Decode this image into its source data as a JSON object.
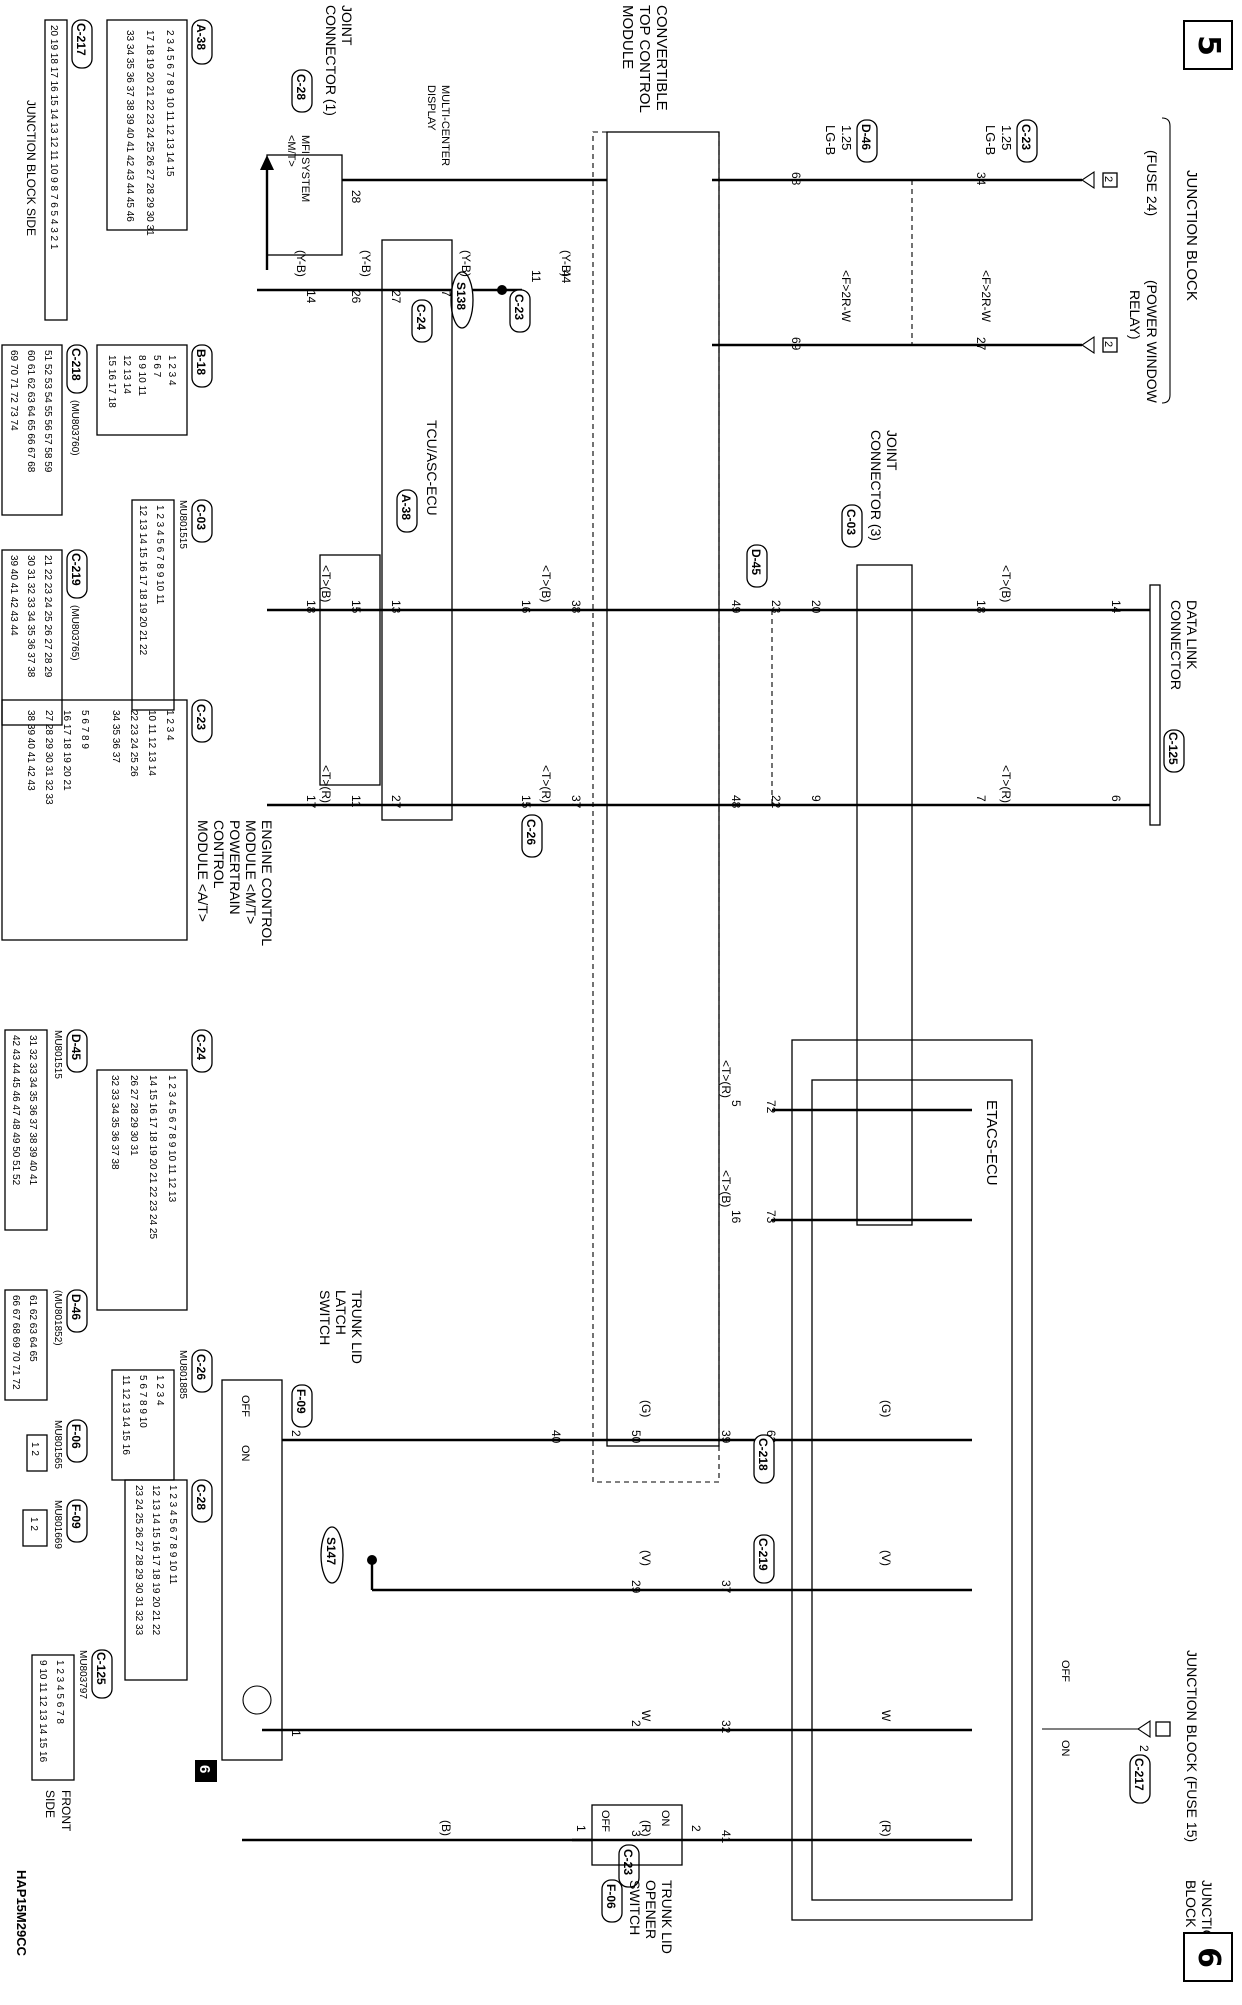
{
  "page": {
    "left_page_number": "5",
    "right_page_number": "6",
    "section_marker": "6",
    "figure_code": "HAP15M29CC"
  },
  "labels": {
    "junction_block_top": "JUNCTION BLOCK",
    "fuse24": "(FUSE 24)",
    "pw_relay_1": "(POWER WINDOW",
    "pw_relay_2": "RELAY)",
    "convertible_1": "CONVERTIBLE",
    "convertible_2": "TOP CONTROL",
    "convertible_3": "MODULE",
    "joint_connector_1": "JOINT",
    "joint_connector_2": "CONNECTOR (1)",
    "multi_center_1": "MULTI-CENTER",
    "multi_center_2": "DISPLAY",
    "mfi_1": "MFI SYSTEM",
    "mfi_2": "<M/T>",
    "tcu_asc": "TCU/ASC-ECU",
    "jc3_1": "JOINT",
    "jc3_2": "CONNECTOR (3)",
    "data_link_1": "DATA LINK",
    "data_link_2": "CONNECTOR",
    "engine_1": "ENGINE CONTROL",
    "engine_2": "MODULE <M/T>",
    "engine_3": "POWERTRAIN",
    "engine_4": "CONTROL",
    "engine_5": "MODULE <A/T>",
    "etacs": "ETACS-ECU",
    "trunk_latch_1": "TRUNK LID",
    "trunk_latch_2": "LATCH",
    "trunk_latch_3": "SWITCH",
    "jb_fuse15": "JUNCTION BLOCK (FUSE 15)",
    "jb_side_1": "JUNCTION",
    "jb_side_2": "BLOCK",
    "trunk_opener_1": "TRUNK LID",
    "trunk_opener_2": "OPENER",
    "trunk_opener_3": "SWITCH",
    "junction_block_side": "JUNCTION BLOCK SIDE",
    "front_side_1": "FRONT",
    "front_side_2": "SIDE",
    "off": "OFF",
    "on": "ON"
  },
  "connectors": {
    "c23": "C-23",
    "d46": "D-46",
    "c28": "C-28",
    "c24": "C-24",
    "s138": "S138",
    "a38": "A-38",
    "c03": "C-03",
    "d45": "D-45",
    "c125": "C-125",
    "c26": "C-26",
    "b18": "B-18",
    "c218": "C-218",
    "c219": "C-219",
    "c217": "C-217",
    "s147": "S147",
    "f09": "F-09",
    "f06": "F-06"
  },
  "part_numbers": {
    "b18": "(MU803760)",
    "c03": "MU801515",
    "c219": "(MU803765)",
    "d45": "MU801515",
    "c26": "MU801885",
    "d46": "(MU801852)",
    "f06": "MU801565",
    "f09": "MU801669",
    "c125": "MU803797"
  },
  "wire_specs": {
    "w1_size": "1.25",
    "w1_color": "LG-B",
    "w2_size": "1.25",
    "w2_color": "LG-B",
    "pw_wire": "<F>2R-W"
  },
  "pins": {
    "fuse_top": "2",
    "p34": "34",
    "p68": "68",
    "p27": "27",
    "p69": "69",
    "p44": "44",
    "p11": "11",
    "p7": "7",
    "p27b": "27",
    "p26": "26",
    "p28": "28",
    "p14": "14",
    "p18": "18",
    "p14b": "14",
    "p20": "20",
    "p23": "23",
    "p49": "49",
    "p38": "38",
    "p16": "16",
    "p13": "13",
    "p15": "15",
    "p18b": "18",
    "p7b": "7",
    "p6": "6",
    "p9": "9",
    "p22": "22",
    "p48": "48",
    "p37": "37",
    "p15b": "15",
    "p27c": "27",
    "p11b": "11",
    "p17": "17",
    "p72": "72",
    "p73": "73",
    "p5": "5",
    "p16b": "16",
    "p63": "63",
    "p39": "39",
    "p50": "50",
    "p37b": "37",
    "p29": "29",
    "p40": "40",
    "p2": "2",
    "p32": "32",
    "p2b": "2",
    "p1": "1",
    "p41": "41",
    "p3": "3",
    "p1b": "1",
    "p2c": "2",
    "p2d": "2"
  },
  "wire_colors": {
    "yb": "(Y-B)",
    "tb": "<T>(B)",
    "tr": "<T>(R)",
    "g": "(G)",
    "v": "(V)",
    "w": "W",
    "r": "(R)",
    "b": "(B)"
  },
  "pinout_rows": {
    "a38_r1": "2 3 4 5 6 7 8 9 10 11 12 13 14 15",
    "a38_r2": "17 18 19 20 21 22 23 24 25 26 27 28 29 30 31",
    "a38_r3": "33 34 35 36 37 38 39 40 41 42 43 44 45 46",
    "c217_r1": "20 19 18 17 16 15 14 13 12 11 10 9 8 7 6 5 4 3 2 1",
    "b18_r1": "1 2 3 4",
    "b18_r2": "5 6 7",
    "b18_r3": "8 9 10 11",
    "b18_r4": "12 13 14",
    "b18_r5": "15 16 17 18",
    "c218_r1": "51 52 53 54 55 56 57 58 59",
    "c218_r2": "60 61 62 63 64 65 66 67 68",
    "c218_r3": "69 70 71 72 73 74",
    "c03_r1": "1 2 3 4 5 6 7 8 9 10 11",
    "c03_r2": "12 13 14 15 16 17 18 19 20 21 22",
    "c219_r1": "21 22 23 24 25 26 27 28 29",
    "c219_r2": "30 31 32 33 34 35 36 37 38",
    "c219_r3": "39 40 41 42 43 44",
    "c23_r1": "1 2 3 4",
    "c23_r2": "10 11 12 13 14",
    "c23_r3": "22 23 24 25 26",
    "c23_r4": "34 35 36 37",
    "c23_r5": "5 6 7 8 9",
    "c23_r6": "16 17 18 19 20 21",
    "c23_r7": "27 28 29 30 31 32 33",
    "c23_r8": "38 39 40 41 42 43",
    "c24_r1": "1 2 3 4 5 6 7 8 9 10 11 12 13",
    "c24_r2": "14 15 16 17 18 19 20 21 22 23 24 25",
    "c24_r3": "26 27 28 29 30 31",
    "c24_r4": "32 33 34 35 36 37 38",
    "d45_r1": "31 32 33 34 35 36 37 38 39 40 41",
    "d45_r2": "42 43 44 45 46 47 48 49 50 51 52",
    "c26_r1": "1 2 3 4",
    "c26_r2": "5 6 7 8 9 10",
    "c26_r3": "11 12 13 14 15 16",
    "d46_r1": "61 62 63 64 65",
    "d46_r2": "66 67 68 69 70 71 72",
    "f06_r1": "1 2",
    "f09_r1": "1 2",
    "c28_r1": "1 2 3 4 5 6 7 8 9 10 11",
    "c28_r2": "12 13 14 15 16 17 18 19 20 21 22",
    "c28_r3": "23 24 25 26 27 28 29 30 31 32 33",
    "c125_r1": "1 2 3 4 5 6 7 8",
    "c125_r2": "9 10 11 12 13 14 15 16"
  }
}
